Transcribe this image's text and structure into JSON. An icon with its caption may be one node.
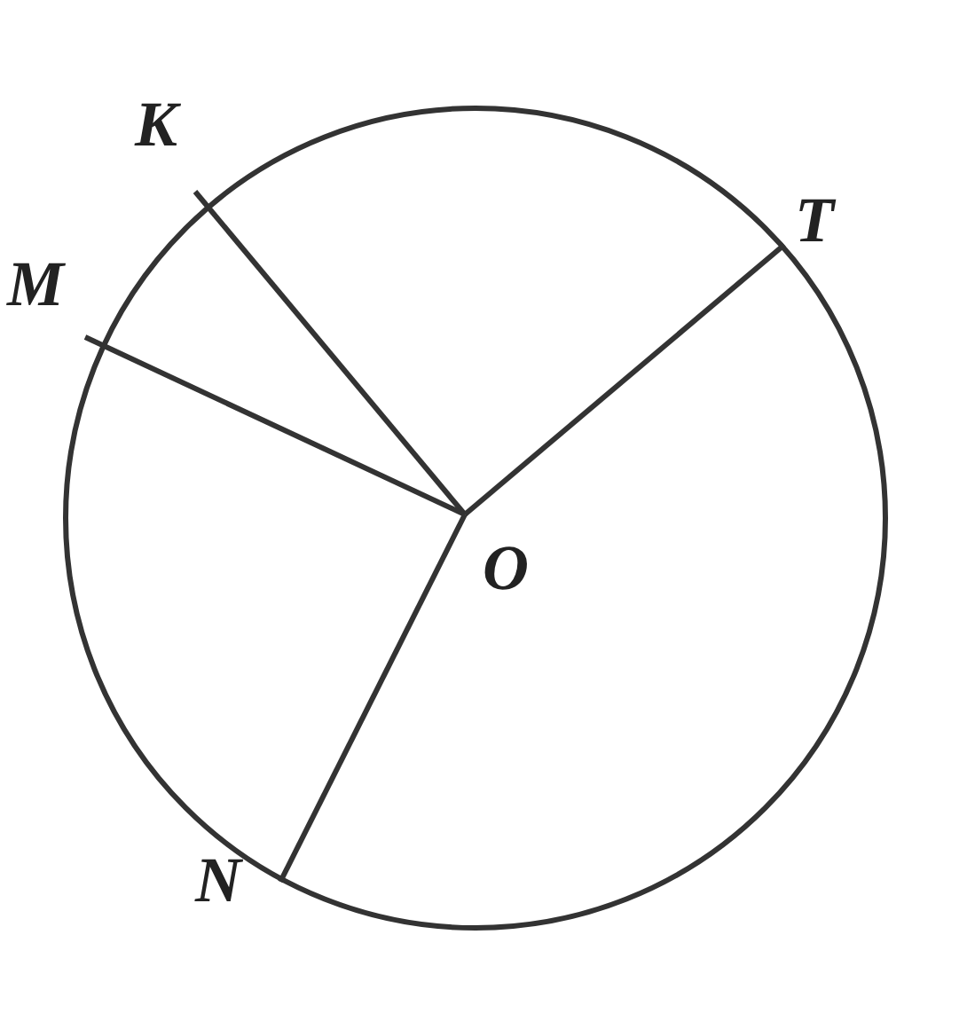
{
  "diagram": {
    "labels": [
      "K",
      "T",
      "M",
      "O",
      "N"
    ]
  }
}
